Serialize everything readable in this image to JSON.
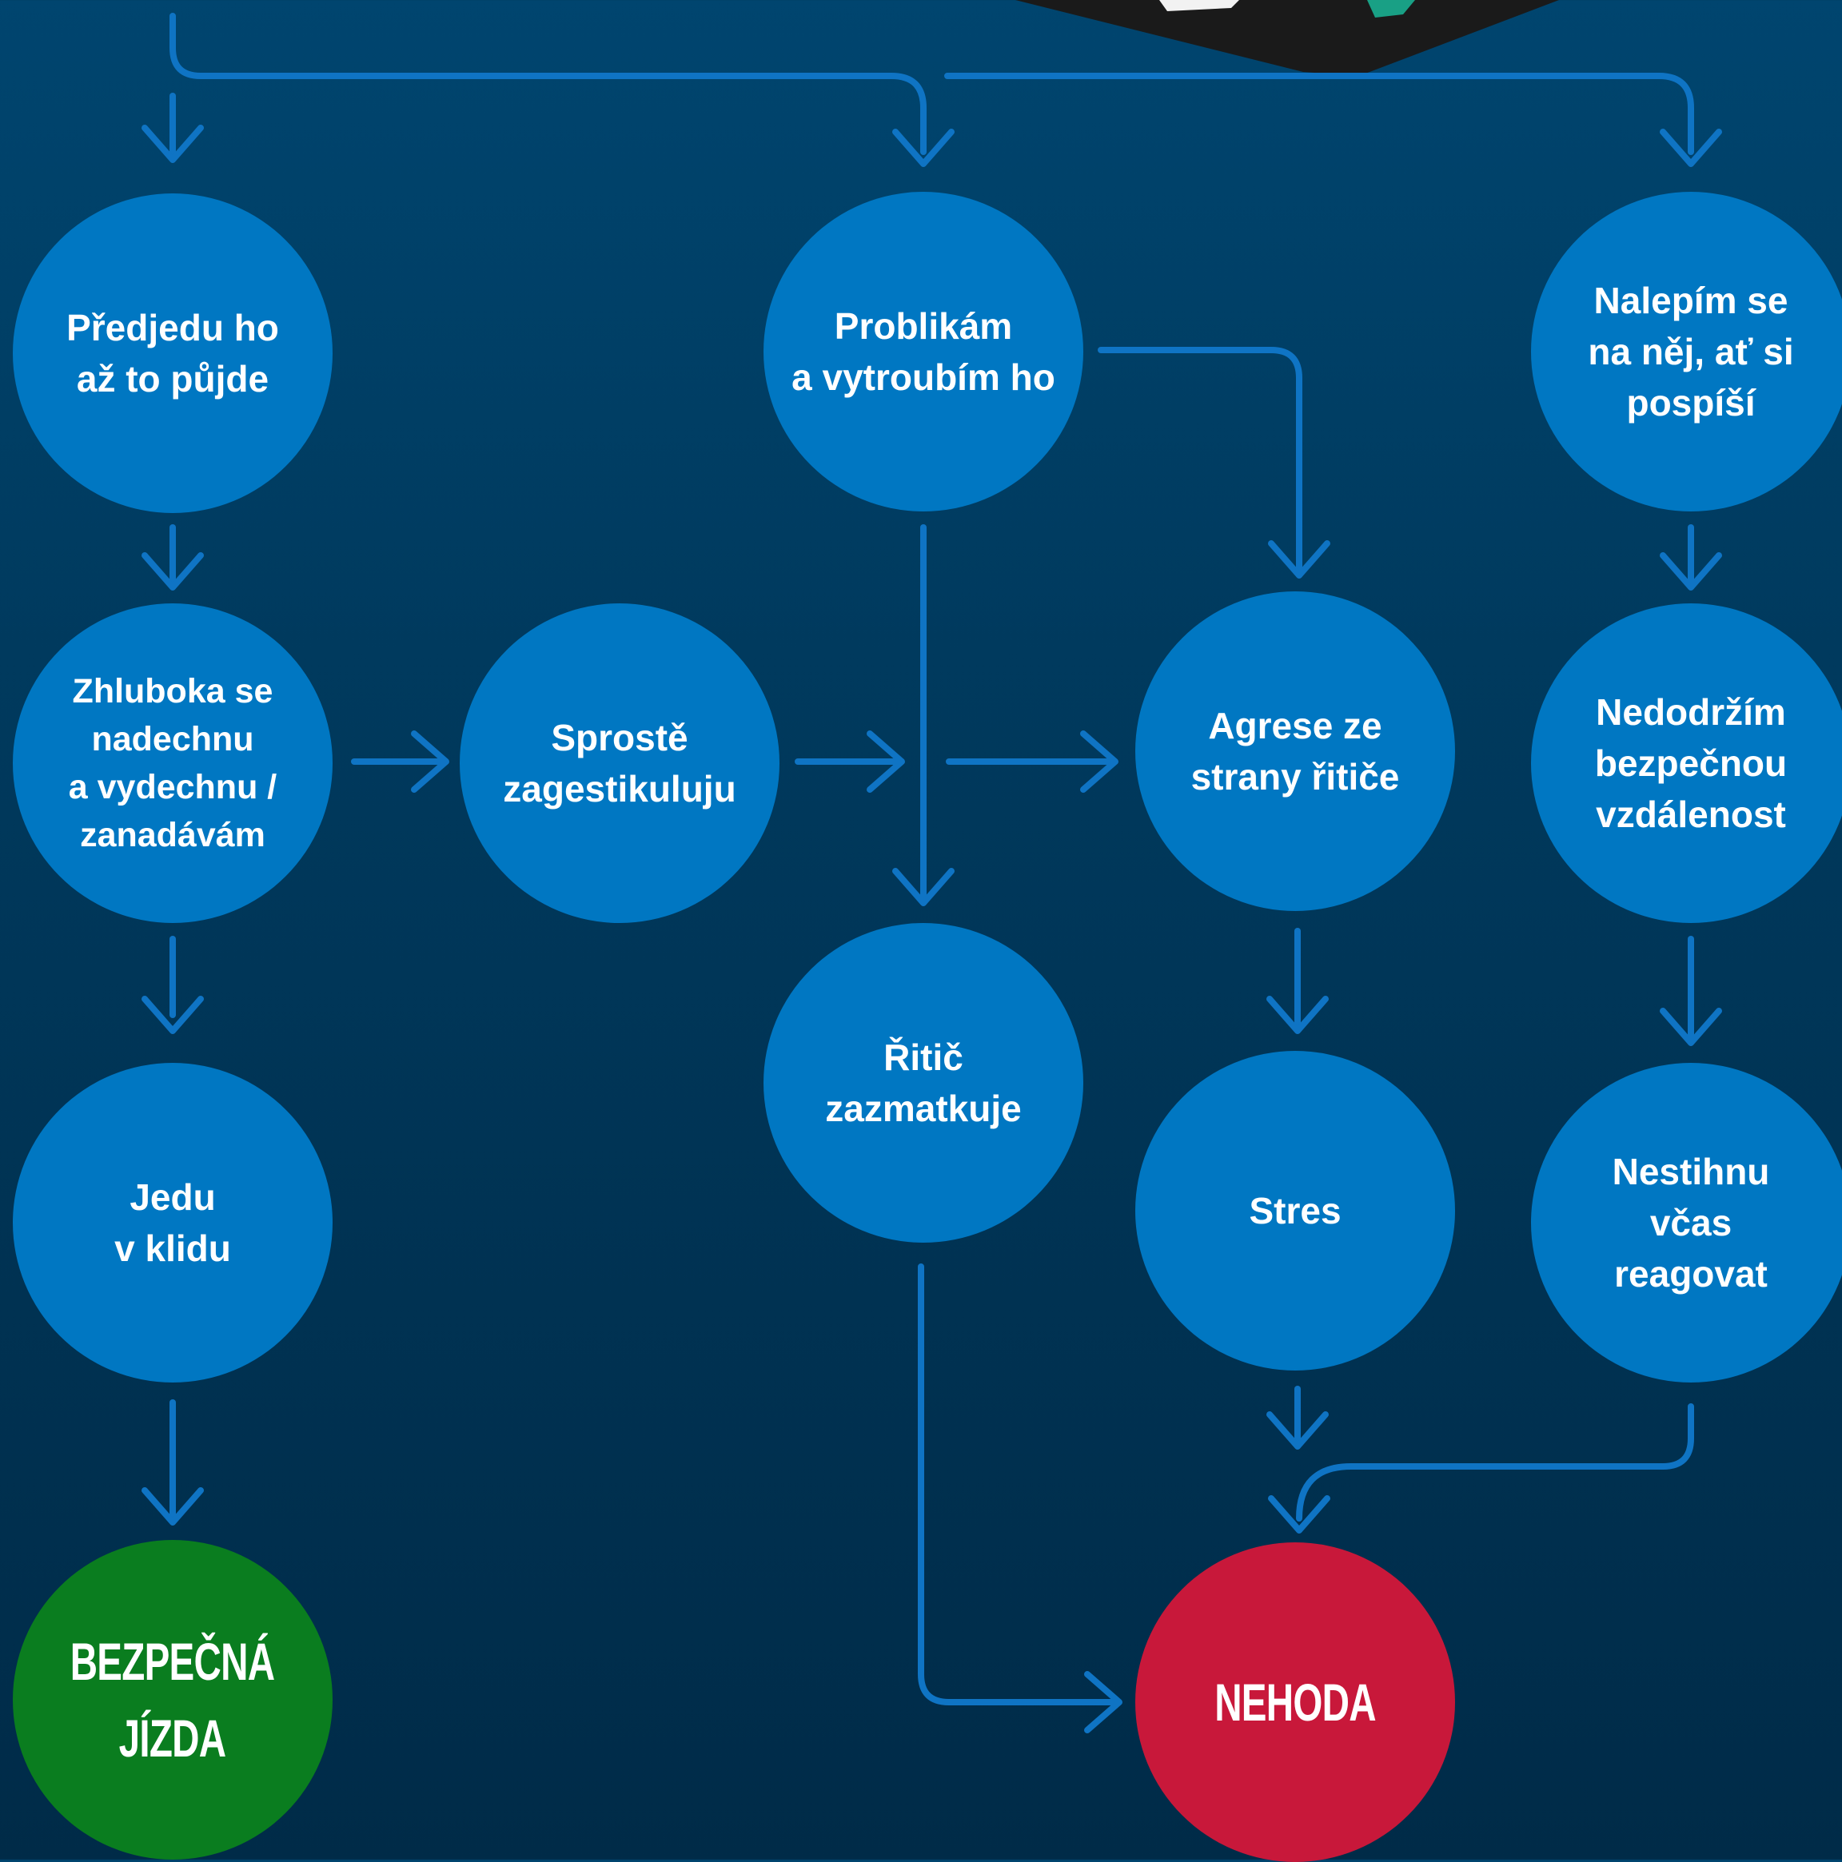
{
  "colors": {
    "background_top": "#00456f",
    "background_bottom": "#002b48",
    "node": "#0077c2",
    "connector": "#0f74c4",
    "safe": "#0a7d1f",
    "crash": "#c8183a",
    "text": "#ffffff"
  },
  "nodes": {
    "predjedu": "Předjedu ho\naž to půjde",
    "problikam": "Problikám\na vytroubím ho",
    "nalepim": "Nalepím se\nna něj, ať si\npospíší",
    "zhluboka": "Zhluboka se\nnadechnu\na vydechnu /\nzanadávám",
    "sproste": "Sprostě\nzagestikuluju",
    "agrese": "Agrese ze\nstrany řitiče",
    "nedodrzim": "Nedodržím\nbezpečnou\nvzdálenost",
    "ritic": "Řitič\nzazmatkuje",
    "stres": "Stres",
    "jedu": "Jedu\nv klidu",
    "nestihnu": "Nestihnu\nvčas\nreagovat",
    "bezpecna": "BEZPEČNÁ\nJÍZDA",
    "nehoda": "NEHODA"
  }
}
